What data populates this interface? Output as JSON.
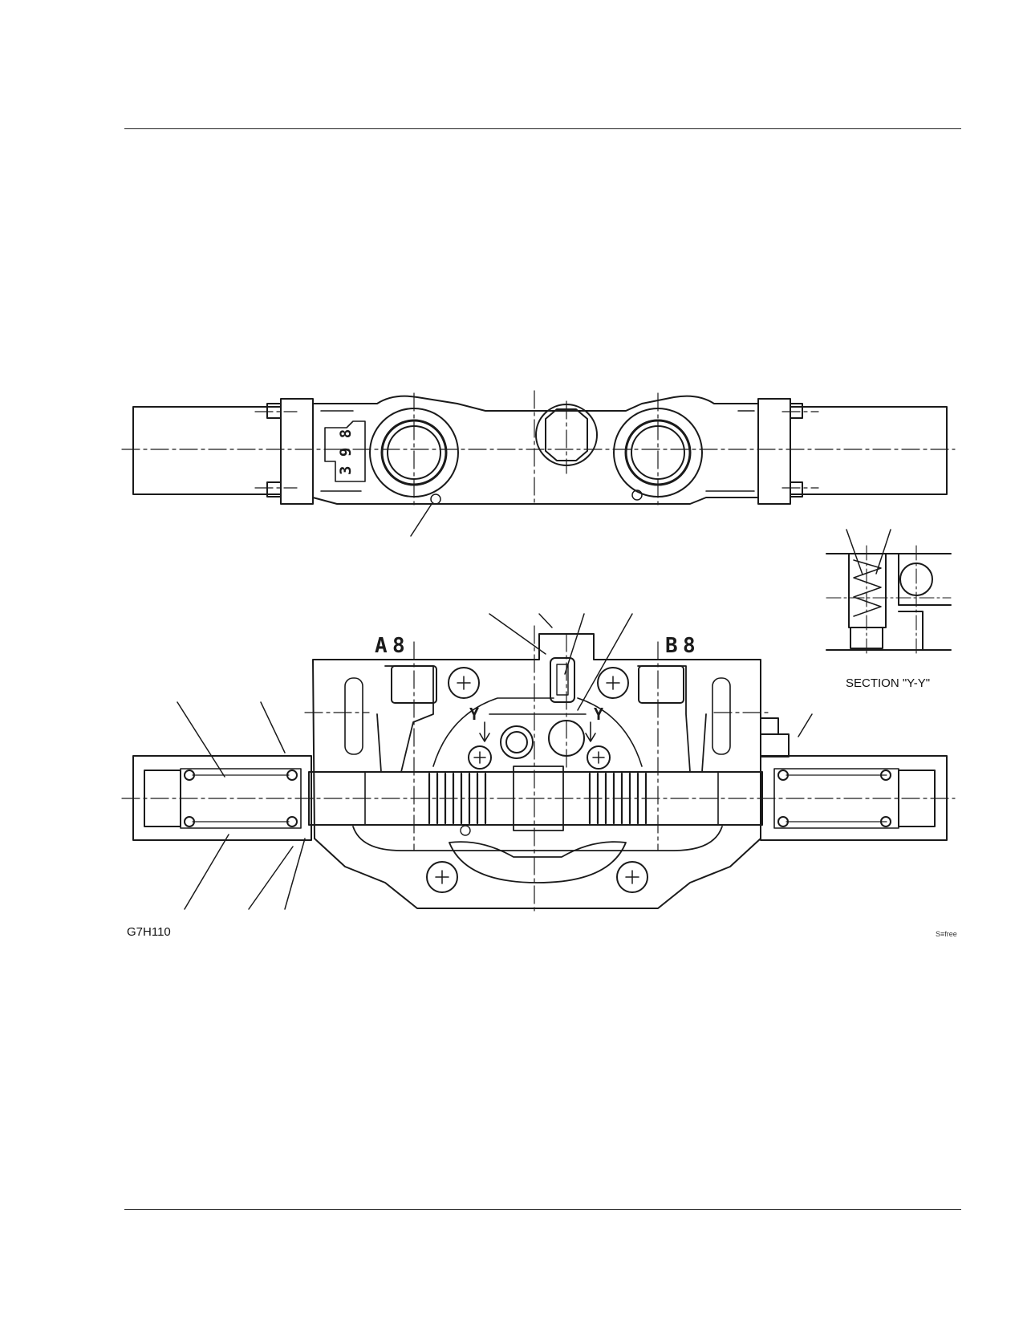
{
  "figure": {
    "code": "G7H110",
    "credit": "S≡free",
    "section_label": "SECTION \"Y-Y\"",
    "port_a_label": "A",
    "port_b_label": "B",
    "port_digit": "8",
    "section_mark": "Y",
    "casting_mark": "3 9 8"
  }
}
